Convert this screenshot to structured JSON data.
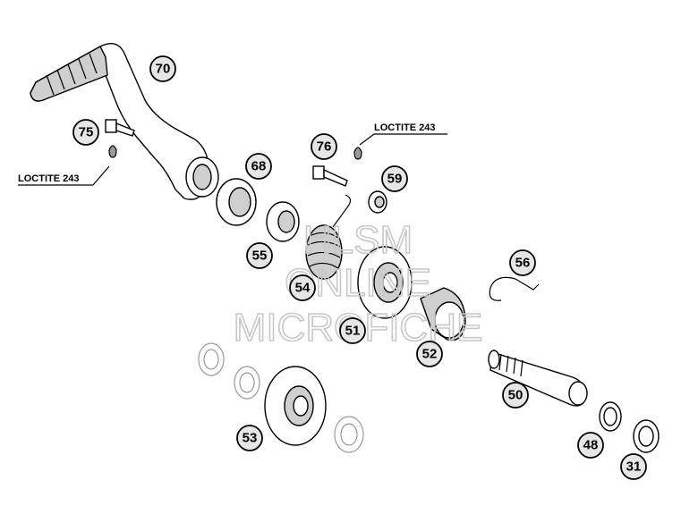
{
  "callouts": [
    {
      "id": "70",
      "label": "70"
    },
    {
      "id": "75",
      "label": "75"
    },
    {
      "id": "68",
      "label": "68"
    },
    {
      "id": "76",
      "label": "76"
    },
    {
      "id": "59",
      "label": "59"
    },
    {
      "id": "55",
      "label": "55"
    },
    {
      "id": "54",
      "label": "54"
    },
    {
      "id": "51",
      "label": "51"
    },
    {
      "id": "56",
      "label": "56"
    },
    {
      "id": "52",
      "label": "52"
    },
    {
      "id": "50",
      "label": "50"
    },
    {
      "id": "53",
      "label": "53"
    },
    {
      "id": "48",
      "label": "48"
    },
    {
      "id": "31",
      "label": "31"
    }
  ],
  "loctite_notes": {
    "left": "LOCTITE 243",
    "right": "LOCTITE 243"
  },
  "watermark": {
    "line1": "HLSM",
    "line2": "ONLINE",
    "line3": "MICROFICHE"
  }
}
